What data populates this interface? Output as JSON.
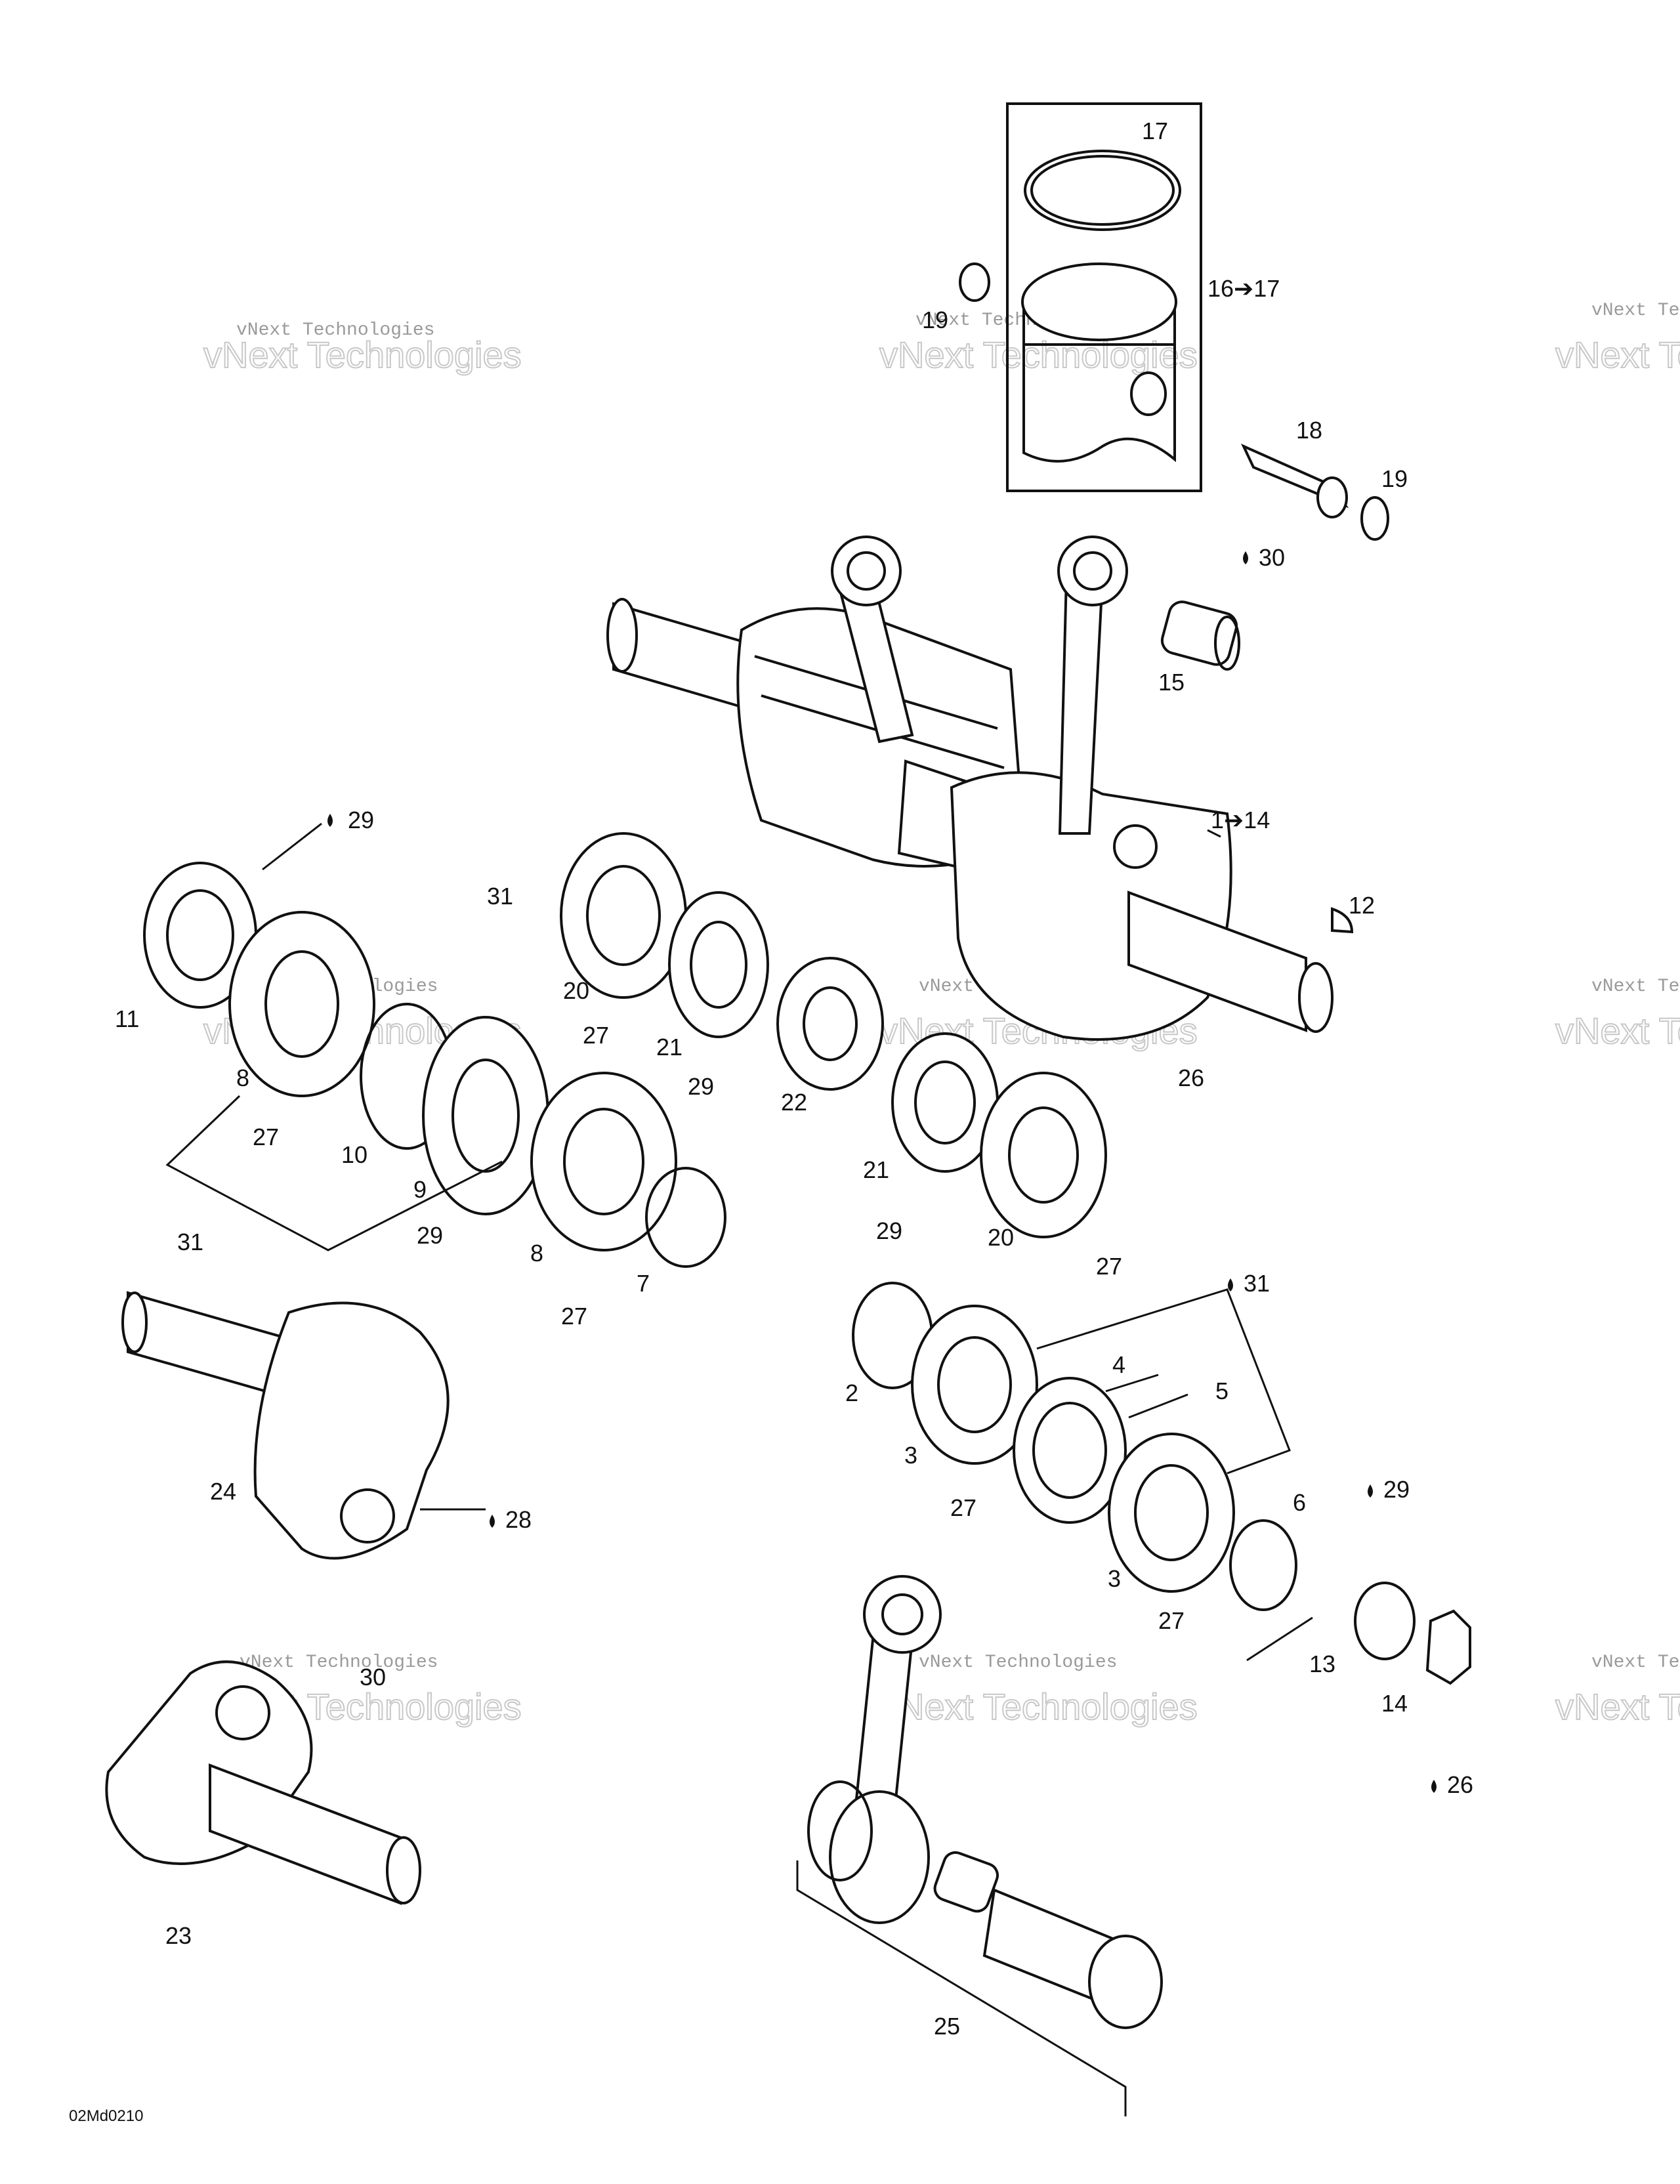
{
  "diagram_code": "02Md0210",
  "watermark": {
    "small": "vNext Technologies",
    "big": "vNext Technologies"
  },
  "callouts": {
    "c17": "17",
    "c16_17": "16➔17",
    "c19a": "19",
    "c18": "18",
    "c19b": "19",
    "c30": "30",
    "c15": "15",
    "c1_14": "1➔14",
    "c12": "12",
    "c26a": "26",
    "c29a": "29",
    "c11": "11",
    "c31a": "31",
    "c8a": "8",
    "c27a": "27",
    "c10": "10",
    "c9": "9",
    "c31b": "31",
    "c29b": "29",
    "c20a": "20",
    "c27b": "27",
    "c21a": "21",
    "c29c": "29",
    "c22": "22",
    "c8b": "8",
    "c7": "7",
    "c27c": "27",
    "c21b": "21",
    "c29d": "29",
    "c20b": "20",
    "c27d": "27",
    "c31c": "31",
    "c2": "2",
    "c3a": "3",
    "c4": "4",
    "c5": "5",
    "c27e": "27",
    "c6": "6",
    "c29e": "29",
    "c3b": "3",
    "c27f": "27",
    "c24": "24",
    "c28": "28",
    "c13": "13",
    "c14": "14",
    "c26b": "26",
    "c23": "23",
    "c30b": "30",
    "c25": "25"
  }
}
